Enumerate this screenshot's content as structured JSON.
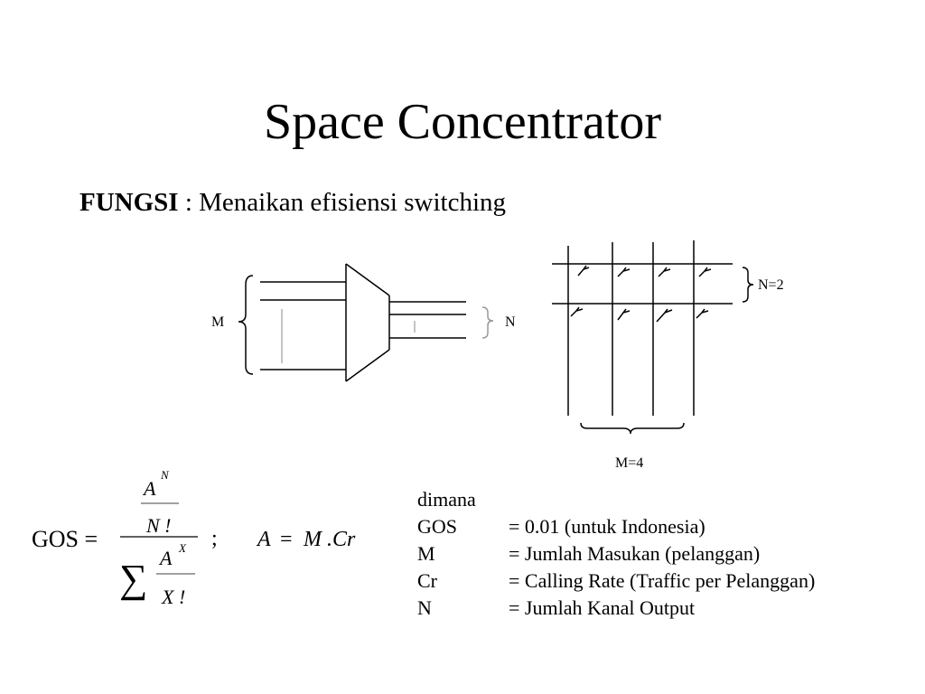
{
  "slide": {
    "title": "Space Concentrator",
    "function_label": "FUNGSI",
    "function_text": " : Menaikan efisiensi switching"
  },
  "concentrator_diagram": {
    "input_label": "M",
    "output_label": "N"
  },
  "crossbar_diagram": {
    "rows_label": "N=2",
    "cols_label": "M=4"
  },
  "formula": {
    "gos_label": "GOS =",
    "separator": ";",
    "numerator_base": "A",
    "numerator_exp": "N",
    "numerator_den": "N !",
    "sum_symbol": "∑",
    "sum_base": "A",
    "sum_exp": "X",
    "sum_den": "X !",
    "relation_lhs": "A",
    "relation_eq": "=",
    "relation_rhs": "M .Cr"
  },
  "definitions": {
    "intro": "dimana",
    "items": [
      {
        "term": "GOS",
        "desc": "= 0.01 (untuk Indonesia)"
      },
      {
        "term": "M",
        "desc": "= Jumlah Masukan (pelanggan)"
      },
      {
        "term": "Cr",
        "desc": "= Calling Rate (Traffic per Pelanggan)"
      },
      {
        "term": "N",
        "desc": "= Jumlah Kanal Output"
      }
    ]
  }
}
